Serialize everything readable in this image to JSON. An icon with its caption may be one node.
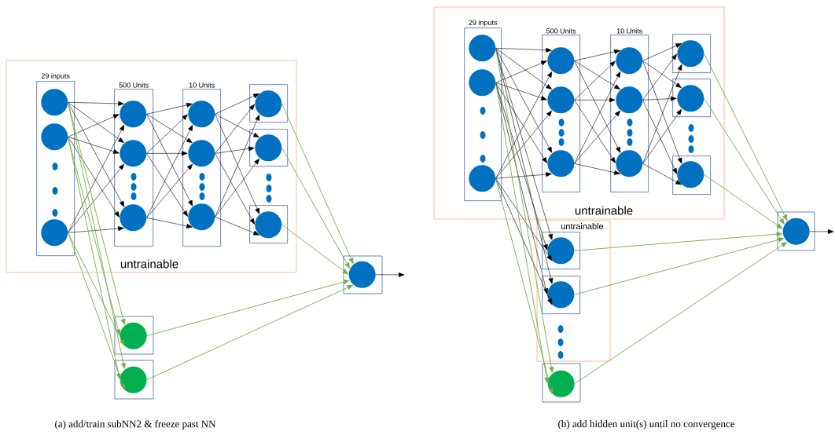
{
  "diagram": {
    "nodes": [
      {
        "text": [
          "untrainable"
        ]
      },
      {
        "text": [
          "29 inputs"
        ],
        "in": 0
      },
      {
        "text": [],
        "shape": "circle",
        "in": 1
      },
      {
        "text": [],
        "shape": "circle",
        "in": 1
      },
      {
        "text": [],
        "shape": "circle",
        "in": 1
      },
      {
        "text": [
          "500 Units"
        ],
        "in": 0
      },
      {
        "text": [],
        "shape": "circle",
        "in": 5
      },
      {
        "text": [],
        "shape": "circle",
        "in": 5
      },
      {
        "text": [],
        "shape": "circle",
        "in": 5
      },
      {
        "text": [
          "10 Units"
        ],
        "in": 0
      },
      {
        "text": [],
        "shape": "circle",
        "in": 9
      },
      {
        "text": [],
        "shape": "circle",
        "in": 9
      },
      {
        "text": [],
        "shape": "circle",
        "in": 9
      },
      {
        "text": [],
        "shape": "box",
        "in": 0
      },
      {
        "text": [],
        "shape": "circle",
        "in": 13
      },
      {
        "text": [],
        "shape": "box",
        "in": 0
      },
      {
        "text": [],
        "shape": "circle",
        "in": 15
      },
      {
        "text": [],
        "shape": "box",
        "in": 0
      },
      {
        "text": [],
        "shape": "circle",
        "in": 17
      },
      {
        "text": [],
        "shape": "box"
      },
      {
        "text": [],
        "shape": "circle",
        "in": 19
      },
      {
        "text": [],
        "shape": "box"
      },
      {
        "text": [],
        "shape": "circle",
        "in": 21
      },
      {
        "text": [],
        "shape": "box"
      },
      {
        "text": [],
        "shape": "circle",
        "in": 23
      },
      {
        "text": [
          "untrainable"
        ]
      },
      {
        "text": [
          "29 inputs"
        ],
        "in": 25
      },
      {
        "text": [],
        "shape": "circle",
        "in": 26
      },
      {
        "text": [],
        "shape": "circle",
        "in": 26
      },
      {
        "text": [],
        "shape": "circle",
        "in": 26
      },
      {
        "text": [
          "500 Units"
        ],
        "in": 25
      },
      {
        "text": [],
        "shape": "circle",
        "in": 30
      },
      {
        "text": [],
        "shape": "circle",
        "in": 30
      },
      {
        "text": [],
        "shape": "circle",
        "in": 30
      },
      {
        "text": [
          "10 Units"
        ],
        "in": 25
      },
      {
        "text": [],
        "shape": "circle",
        "in": 34
      },
      {
        "text": [],
        "shape": "circle",
        "in": 34
      },
      {
        "text": [],
        "shape": "circle",
        "in": 34
      },
      {
        "text": [],
        "shape": "box",
        "in": 25
      },
      {
        "text": [],
        "shape": "circle",
        "in": 38
      },
      {
        "text": [],
        "shape": "box",
        "in": 25
      },
      {
        "text": [],
        "shape": "circle",
        "in": 40
      },
      {
        "text": [],
        "shape": "box",
        "in": 25
      },
      {
        "text": [],
        "shape": "circle",
        "in": 42
      },
      {
        "text": [],
        "shape": "box"
      },
      {
        "text": [],
        "shape": "circle",
        "in": 44
      },
      {
        "text": [
          "untrainable"
        ]
      },
      {
        "text": [],
        "shape": "box",
        "in": 46
      },
      {
        "text": [],
        "shape": "circle",
        "in": 47
      },
      {
        "text": [],
        "shape": "box",
        "in": 46
      },
      {
        "text": [],
        "shape": "circle",
        "in": 49
      },
      {
        "text": [],
        "shape": "box"
      },
      {
        "text": [],
        "shape": "circle",
        "in": 51
      }
    ],
    "edges": [
      {
        "from": 2,
        "to": 6,
        "arrow": "to"
      },
      {
        "from": 2,
        "to": 7,
        "arrow": "to"
      },
      {
        "from": 2,
        "to": 8,
        "arrow": "to"
      },
      {
        "from": 3,
        "to": 6,
        "arrow": "to"
      },
      {
        "from": 3,
        "to": 7,
        "arrow": "to"
      },
      {
        "from": 3,
        "to": 8,
        "arrow": "to"
      },
      {
        "from": 4,
        "to": 6,
        "arrow": "to"
      },
      {
        "from": 4,
        "to": 7,
        "arrow": "to"
      },
      {
        "from": 4,
        "to": 8,
        "arrow": "to"
      },
      {
        "from": 6,
        "to": 10,
        "arrow": "to"
      },
      {
        "from": 6,
        "to": 11,
        "arrow": "to"
      },
      {
        "from": 6,
        "to": 12,
        "arrow": "to"
      },
      {
        "from": 7,
        "to": 10,
        "arrow": "to"
      },
      {
        "from": 7,
        "to": 11,
        "arrow": "to"
      },
      {
        "from": 7,
        "to": 12,
        "arrow": "to"
      },
      {
        "from": 8,
        "to": 10,
        "arrow": "to"
      },
      {
        "from": 8,
        "to": 11,
        "arrow": "to"
      },
      {
        "from": 8,
        "to": 12,
        "arrow": "to"
      },
      {
        "from": 10,
        "to": 14,
        "arrow": "to"
      },
      {
        "from": 10,
        "to": 16,
        "arrow": "to"
      },
      {
        "from": 10,
        "to": 18,
        "arrow": "to"
      },
      {
        "from": 11,
        "to": 14,
        "arrow": "to"
      },
      {
        "from": 11,
        "to": 16,
        "arrow": "to"
      },
      {
        "from": 11,
        "to": 18,
        "arrow": "to"
      },
      {
        "from": 12,
        "to": 14,
        "arrow": "to"
      },
      {
        "from": 12,
        "to": 16,
        "arrow": "to"
      },
      {
        "from": 12,
        "to": 18,
        "arrow": "to"
      },
      {
        "from": 14,
        "to": 20,
        "arrow": "to",
        "color": "#70ad47"
      },
      {
        "from": 16,
        "to": 20,
        "arrow": "to",
        "color": "#70ad47"
      },
      {
        "from": 18,
        "to": 20,
        "arrow": "to",
        "color": "#70ad47"
      },
      {
        "from": 2,
        "to": 22,
        "arrow": "to",
        "color": "#70ad47"
      },
      {
        "from": 2,
        "to": 24,
        "arrow": "to",
        "color": "#70ad47"
      },
      {
        "from": 3,
        "to": 22,
        "arrow": "to",
        "color": "#70ad47"
      },
      {
        "from": 3,
        "to": 24,
        "arrow": "to",
        "color": "#70ad47"
      },
      {
        "from": 4,
        "to": 22,
        "arrow": "to",
        "color": "#70ad47"
      },
      {
        "from": 4,
        "to": 24,
        "arrow": "to",
        "color": "#70ad47"
      },
      {
        "from": 22,
        "to": 20,
        "arrow": "to",
        "color": "#70ad47"
      },
      {
        "from": 24,
        "to": 20,
        "arrow": "to",
        "color": "#70ad47"
      },
      {
        "from": 20,
        "to": null,
        "arrow": "to"
      },
      {
        "from": 27,
        "to": 31,
        "arrow": "to"
      },
      {
        "from": 27,
        "to": 32,
        "arrow": "to"
      },
      {
        "from": 27,
        "to": 33,
        "arrow": "to"
      },
      {
        "from": 28,
        "to": 31,
        "arrow": "to"
      },
      {
        "from": 28,
        "to": 32,
        "arrow": "to"
      },
      {
        "from": 28,
        "to": 33,
        "arrow": "to"
      },
      {
        "from": 29,
        "to": 31,
        "arrow": "to"
      },
      {
        "from": 29,
        "to": 32,
        "arrow": "to"
      },
      {
        "from": 29,
        "to": 33,
        "arrow": "to"
      },
      {
        "from": 31,
        "to": 35,
        "arrow": "to"
      },
      {
        "from": 31,
        "to": 36,
        "arrow": "to"
      },
      {
        "from": 31,
        "to": 37,
        "arrow": "to"
      },
      {
        "from": 32,
        "to": 35,
        "arrow": "to"
      },
      {
        "from": 32,
        "to": 36,
        "arrow": "to"
      },
      {
        "from": 32,
        "to": 37,
        "arrow": "to"
      },
      {
        "from": 33,
        "to": 35,
        "arrow": "to"
      },
      {
        "from": 33,
        "to": 36,
        "arrow": "to"
      },
      {
        "from": 33,
        "to": 37,
        "arrow": "to"
      },
      {
        "from": 35,
        "to": 39,
        "arrow": "to"
      },
      {
        "from": 35,
        "to": 41,
        "arrow": "to"
      },
      {
        "from": 35,
        "to": 43,
        "arrow": "to"
      },
      {
        "from": 36,
        "to": 39,
        "arrow": "to"
      },
      {
        "from": 36,
        "to": 41,
        "arrow": "to"
      },
      {
        "from": 36,
        "to": 43,
        "arrow": "to"
      },
      {
        "from": 37,
        "to": 39,
        "arrow": "to"
      },
      {
        "from": 37,
        "to": 41,
        "arrow": "to"
      },
      {
        "from": 37,
        "to": 43,
        "arrow": "to"
      },
      {
        "from": 39,
        "to": 45,
        "arrow": "to",
        "color": "#70ad47"
      },
      {
        "from": 41,
        "to": 45,
        "arrow": "to",
        "color": "#70ad47"
      },
      {
        "from": 43,
        "to": 45,
        "arrow": "to",
        "color": "#70ad47"
      },
      {
        "from": 27,
        "to": 48,
        "arrow": "to"
      },
      {
        "from": 27,
        "to": 50,
        "arrow": "to"
      },
      {
        "from": 28,
        "to": 48,
        "arrow": "to"
      },
      {
        "from": 28,
        "to": 50,
        "arrow": "to"
      },
      {
        "from": 29,
        "to": 48,
        "arrow": "to"
      },
      {
        "from": 29,
        "to": 50,
        "arrow": "to"
      },
      {
        "from": 27,
        "to": 52,
        "arrow": "to",
        "color": "#70ad47"
      },
      {
        "from": 28,
        "to": 52,
        "arrow": "to",
        "color": "#70ad47"
      },
      {
        "from": 29,
        "to": 52,
        "arrow": "to",
        "color": "#70ad47"
      },
      {
        "from": 48,
        "to": 45,
        "arrow": "to",
        "color": "#70ad47"
      },
      {
        "from": 50,
        "to": 45,
        "arrow": "to",
        "color": "#70ad47"
      },
      {
        "from": 52,
        "to": 45,
        "arrow": "to",
        "color": "#70ad47"
      },
      {
        "from": 45,
        "to": null,
        "arrow": "to"
      }
    ],
    "labels": [
      "(a) add/train subNN2 & freeze past NN",
      "(b) add hidden unit(s) until no convergence"
    ]
  }
}
